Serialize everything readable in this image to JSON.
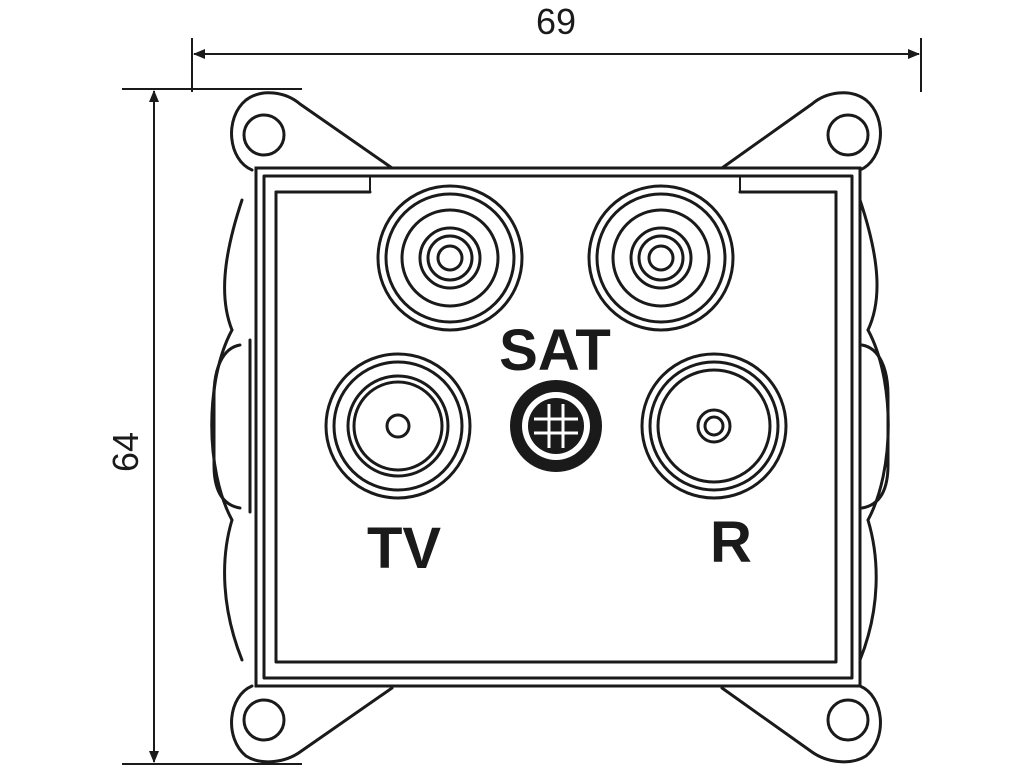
{
  "dimensions": {
    "width_label": "69",
    "height_label": "64"
  },
  "labels": {
    "sat": "SAT",
    "tv": "TV",
    "radio": "R"
  },
  "colors": {
    "line": "#1a1a1a",
    "background": "#ffffff"
  }
}
